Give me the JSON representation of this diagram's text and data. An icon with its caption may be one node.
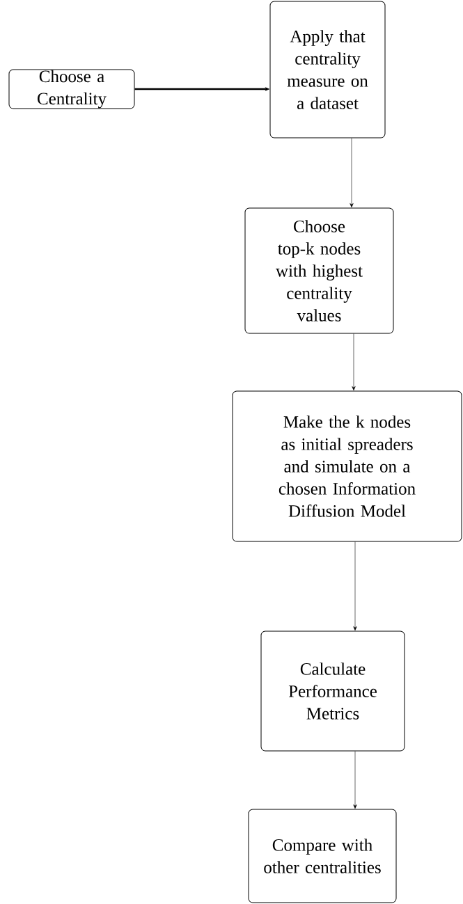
{
  "diagram": {
    "nodes": [
      {
        "text": [
          "Choose a Centrality"
        ]
      },
      {
        "text": [
          "Apply that centrality measure on a dataset"
        ]
      },
      {
        "text": [
          "Choose top-k nodes with highest centrality values"
        ]
      },
      {
        "text": [
          "Make the k nodes as initial spreaders and simulate on a chosen Information Diffusion Model"
        ]
      },
      {
        "text": [
          "Calculate Performance Metrics"
        ]
      },
      {
        "text": [
          "Compare with other centralities"
        ]
      }
    ],
    "edges": [
      {
        "from": 0,
        "to": 1,
        "arrow": "to",
        "style": "thick"
      },
      {
        "from": 1,
        "to": 2,
        "arrow": "to"
      },
      {
        "from": 2,
        "to": 3,
        "arrow": "to"
      },
      {
        "from": 3,
        "to": 4,
        "arrow": "to"
      },
      {
        "from": 4,
        "to": 5,
        "arrow": "to"
      }
    ]
  }
}
